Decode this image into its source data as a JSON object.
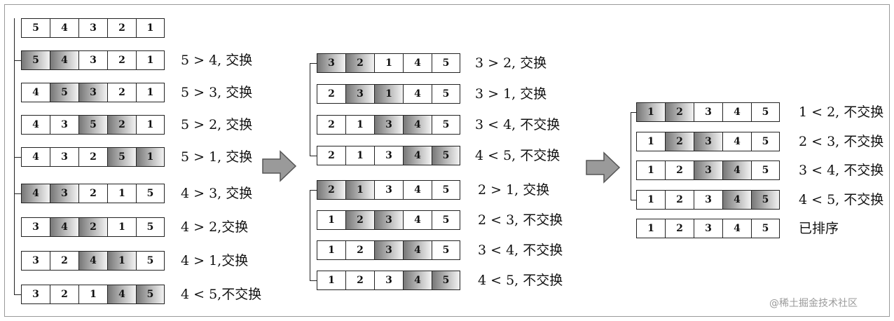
{
  "panels": [
    {
      "name": "pass-1",
      "rows": [
        {
          "cells": [
            5,
            4,
            3,
            2,
            1
          ],
          "hl": [],
          "caption": ""
        },
        {
          "cells": [
            5,
            4,
            3,
            2,
            1
          ],
          "hl": [
            0,
            1
          ],
          "caption": "5 > 4, 交换"
        },
        {
          "cells": [
            4,
            5,
            3,
            2,
            1
          ],
          "hl": [
            1,
            2
          ],
          "caption": "5 > 3, 交换"
        },
        {
          "cells": [
            4,
            3,
            5,
            2,
            1
          ],
          "hl": [
            2,
            3
          ],
          "caption": "5 > 2, 交换"
        },
        {
          "cells": [
            4,
            3,
            2,
            5,
            1
          ],
          "hl": [
            3,
            4
          ],
          "caption": "5 > 1, 交换"
        }
      ]
    },
    {
      "name": "pass-2",
      "rows": [
        {
          "cells": [
            4,
            3,
            2,
            1,
            5
          ],
          "hl": [
            0,
            1
          ],
          "caption": "4 > 3, 交换"
        },
        {
          "cells": [
            3,
            4,
            2,
            1,
            5
          ],
          "hl": [
            1,
            2
          ],
          "caption": "4 > 2,交换"
        },
        {
          "cells": [
            3,
            2,
            4,
            1,
            5
          ],
          "hl": [
            2,
            3
          ],
          "caption": "4 > 1,交换"
        },
        {
          "cells": [
            3,
            2,
            1,
            4,
            5
          ],
          "hl": [
            3,
            4
          ],
          "caption": "4 < 5,不交换"
        }
      ]
    },
    {
      "name": "pass-3",
      "rows": [
        {
          "cells": [
            3,
            2,
            1,
            4,
            5
          ],
          "hl": [
            0,
            1
          ],
          "caption": "3 > 2, 交换"
        },
        {
          "cells": [
            2,
            3,
            1,
            4,
            5
          ],
          "hl": [
            1,
            2
          ],
          "caption": "3 > 1, 交换"
        },
        {
          "cells": [
            2,
            1,
            3,
            4,
            5
          ],
          "hl": [
            2,
            3
          ],
          "caption": "3 < 4, 不交换"
        },
        {
          "cells": [
            2,
            1,
            3,
            4,
            5
          ],
          "hl": [
            3,
            4
          ],
          "caption": "4 < 5, 不交换"
        }
      ]
    },
    {
      "name": "pass-4",
      "rows": [
        {
          "cells": [
            2,
            1,
            3,
            4,
            5
          ],
          "hl": [
            0,
            1
          ],
          "caption": "2 > 1, 交换"
        },
        {
          "cells": [
            1,
            2,
            3,
            4,
            5
          ],
          "hl": [
            1,
            2
          ],
          "caption": "2 < 3,  不交换"
        },
        {
          "cells": [
            1,
            2,
            3,
            4,
            5
          ],
          "hl": [
            2,
            3
          ],
          "caption": "3 < 4,  不交换"
        },
        {
          "cells": [
            1,
            2,
            3,
            4,
            5
          ],
          "hl": [
            3,
            4
          ],
          "caption": "4 < 5,  不交换"
        }
      ]
    },
    {
      "name": "pass-5",
      "rows": [
        {
          "cells": [
            1,
            2,
            3,
            4,
            5
          ],
          "hl": [
            0,
            1
          ],
          "caption": "1 < 2, 不交换"
        },
        {
          "cells": [
            1,
            2,
            3,
            4,
            5
          ],
          "hl": [
            1,
            2
          ],
          "caption": "2 < 3, 不交换"
        },
        {
          "cells": [
            1,
            2,
            3,
            4,
            5
          ],
          "hl": [
            2,
            3
          ],
          "caption": "3 < 4, 不交换"
        },
        {
          "cells": [
            1,
            2,
            3,
            4,
            5
          ],
          "hl": [
            3,
            4
          ],
          "caption": "4 < 5, 不交换"
        },
        {
          "cells": [
            1,
            2,
            3,
            4,
            5
          ],
          "hl": [],
          "caption": "已排序"
        }
      ]
    }
  ],
  "watermark": "@稀土掘金技术社区",
  "colors": {
    "highlight_dark": "#777777",
    "highlight_light": "#f2f2f2",
    "arrow": "#9a9a9a"
  }
}
